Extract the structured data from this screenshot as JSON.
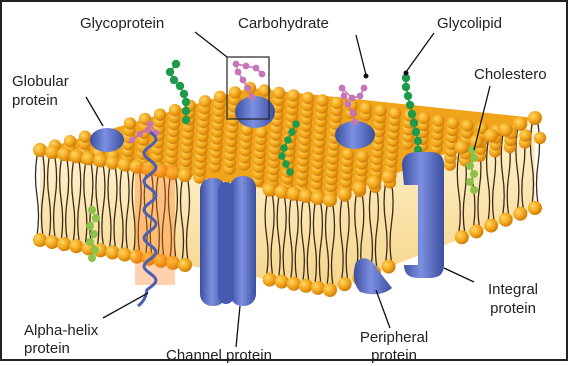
{
  "labels": {
    "glycoprotein": "Glycoprotein",
    "carbohydrate": "Carbohydrate",
    "glycolipid": "Glycolipid",
    "globular_line1": "Globular",
    "globular_line2": "protein",
    "cholesterol": "Cholestero",
    "integral_line1": "Integral",
    "integral_line2": "protein",
    "alpha_line1": "Alpha-helix",
    "alpha_line2": "protein",
    "channel": "Channel protein",
    "peripheral_line1": "Peripheral",
    "peripheral_line2": "protein"
  },
  "colors": {
    "lipid_head": "#f2a81c",
    "lipid_head_dark": "#e08a10",
    "lipid_tail": "#3b2a1a",
    "membrane_bg": "#fbe6b0",
    "protein": "#5a6fc4",
    "protein_dark": "#3c4e9e",
    "carbohydrate_pink": "#c674b8",
    "glycolipid_green": "#1f9a4a",
    "cholesterol_green": "#8bc34a",
    "leader": "#111111"
  },
  "icons": [
    "lipid-bilayer",
    "glycoprotein-icon",
    "carbohydrate-chain-icon",
    "glycolipid-chain-icon",
    "channel-protein-icon",
    "integral-protein-icon",
    "peripheral-protein-icon",
    "alpha-helix-icon",
    "cholesterol-icon",
    "globular-protein-icon"
  ]
}
